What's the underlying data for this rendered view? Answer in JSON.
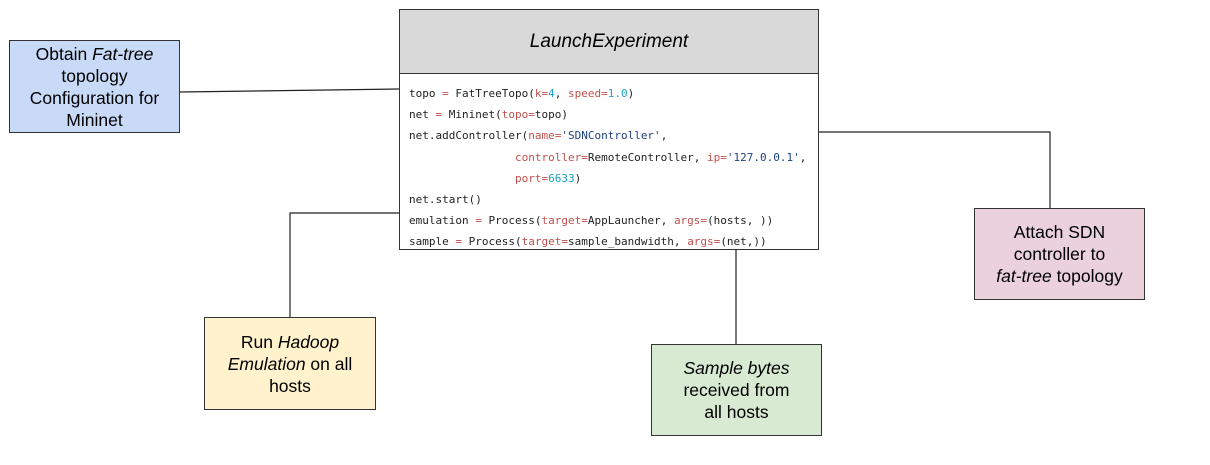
{
  "main": {
    "title": "LaunchExperiment",
    "code_lines": [
      [
        {
          "t": "topo ",
          "c": "plain"
        },
        {
          "t": "=",
          "c": "op"
        },
        {
          "t": " FatTreeTopo(",
          "c": "plain"
        },
        {
          "t": "k",
          "c": "kw"
        },
        {
          "t": "=",
          "c": "op"
        },
        {
          "t": "4",
          "c": "num"
        },
        {
          "t": ", ",
          "c": "plain"
        },
        {
          "t": "speed",
          "c": "kw"
        },
        {
          "t": "=",
          "c": "op"
        },
        {
          "t": "1.0",
          "c": "num"
        },
        {
          "t": ")",
          "c": "plain"
        }
      ],
      [
        {
          "t": "net ",
          "c": "plain"
        },
        {
          "t": "=",
          "c": "op"
        },
        {
          "t": " Mininet(",
          "c": "plain"
        },
        {
          "t": "topo",
          "c": "kw"
        },
        {
          "t": "=",
          "c": "op"
        },
        {
          "t": "topo)",
          "c": "plain"
        }
      ],
      [
        {
          "t": "net.addController(",
          "c": "plain"
        },
        {
          "t": "name",
          "c": "kw"
        },
        {
          "t": "=",
          "c": "op"
        },
        {
          "t": "'SDNController'",
          "c": "str"
        },
        {
          "t": ",",
          "c": "plain"
        }
      ],
      [
        {
          "t": "                ",
          "c": "plain"
        },
        {
          "t": "controller",
          "c": "kw"
        },
        {
          "t": "=",
          "c": "op"
        },
        {
          "t": "RemoteController, ",
          "c": "plain"
        },
        {
          "t": "ip",
          "c": "kw"
        },
        {
          "t": "=",
          "c": "op"
        },
        {
          "t": "'127.0.0.1'",
          "c": "str"
        },
        {
          "t": ",",
          "c": "plain"
        }
      ],
      [
        {
          "t": "                ",
          "c": "plain"
        },
        {
          "t": "port",
          "c": "kw"
        },
        {
          "t": "=",
          "c": "op"
        },
        {
          "t": "6633",
          "c": "num"
        },
        {
          "t": ")",
          "c": "plain"
        }
      ],
      [
        {
          "t": "net.start()",
          "c": "plain"
        }
      ],
      [
        {
          "t": "emulation ",
          "c": "plain"
        },
        {
          "t": "=",
          "c": "op"
        },
        {
          "t": " Process(",
          "c": "plain"
        },
        {
          "t": "target",
          "c": "kw"
        },
        {
          "t": "=",
          "c": "op"
        },
        {
          "t": "AppLauncher, ",
          "c": "plain"
        },
        {
          "t": "args",
          "c": "kw"
        },
        {
          "t": "=",
          "c": "op"
        },
        {
          "t": "(hosts, ))",
          "c": "plain"
        }
      ],
      [
        {
          "t": "sample ",
          "c": "plain"
        },
        {
          "t": "=",
          "c": "op"
        },
        {
          "t": " Process(",
          "c": "plain"
        },
        {
          "t": "target",
          "c": "kw"
        },
        {
          "t": "=",
          "c": "op"
        },
        {
          "t": "sample_bandwidth, ",
          "c": "plain"
        },
        {
          "t": "args",
          "c": "kw"
        },
        {
          "t": "=",
          "c": "op"
        },
        {
          "t": "(net,))",
          "c": "plain"
        }
      ]
    ]
  },
  "notes": {
    "fattree": {
      "lines": [
        [
          {
            "t": "Obtain ",
            "i": false
          },
          {
            "t": "Fat-tree",
            "i": true
          }
        ],
        [
          {
            "t": "topology",
            "i": false
          }
        ],
        [
          {
            "t": "Configuration for",
            "i": false
          }
        ],
        [
          {
            "t": "Mininet",
            "i": false
          }
        ]
      ]
    },
    "hadoop": {
      "lines": [
        [
          {
            "t": "Run ",
            "i": false
          },
          {
            "t": "Hadoop",
            "i": true
          }
        ],
        [
          {
            "t": "Emulation",
            "i": true
          },
          {
            "t": " on all",
            "i": false
          }
        ],
        [
          {
            "t": "hosts",
            "i": false
          }
        ]
      ]
    },
    "sample": {
      "lines": [
        [
          {
            "t": "Sample bytes",
            "i": true
          }
        ],
        [
          {
            "t": "received from",
            "i": false
          }
        ],
        [
          {
            "t": "all hosts",
            "i": false
          }
        ]
      ]
    },
    "sdn": {
      "lines": [
        [
          {
            "t": "Attach SDN",
            "i": false
          }
        ],
        [
          {
            "t": "controller to",
            "i": false
          }
        ],
        [
          {
            "t": "fat-tree",
            "i": true
          },
          {
            "t": " topology",
            "i": false
          }
        ]
      ]
    }
  },
  "colors": {
    "fattree_fill": "#c9daf8",
    "hadoop_fill": "#fff2cc",
    "sample_fill": "#d9ead3",
    "sdn_fill": "#ead1dc",
    "header_fill": "#d9d9d9",
    "keyword": "#c0504d",
    "number": "#1ba1c4",
    "string": "#1f3f7f"
  }
}
